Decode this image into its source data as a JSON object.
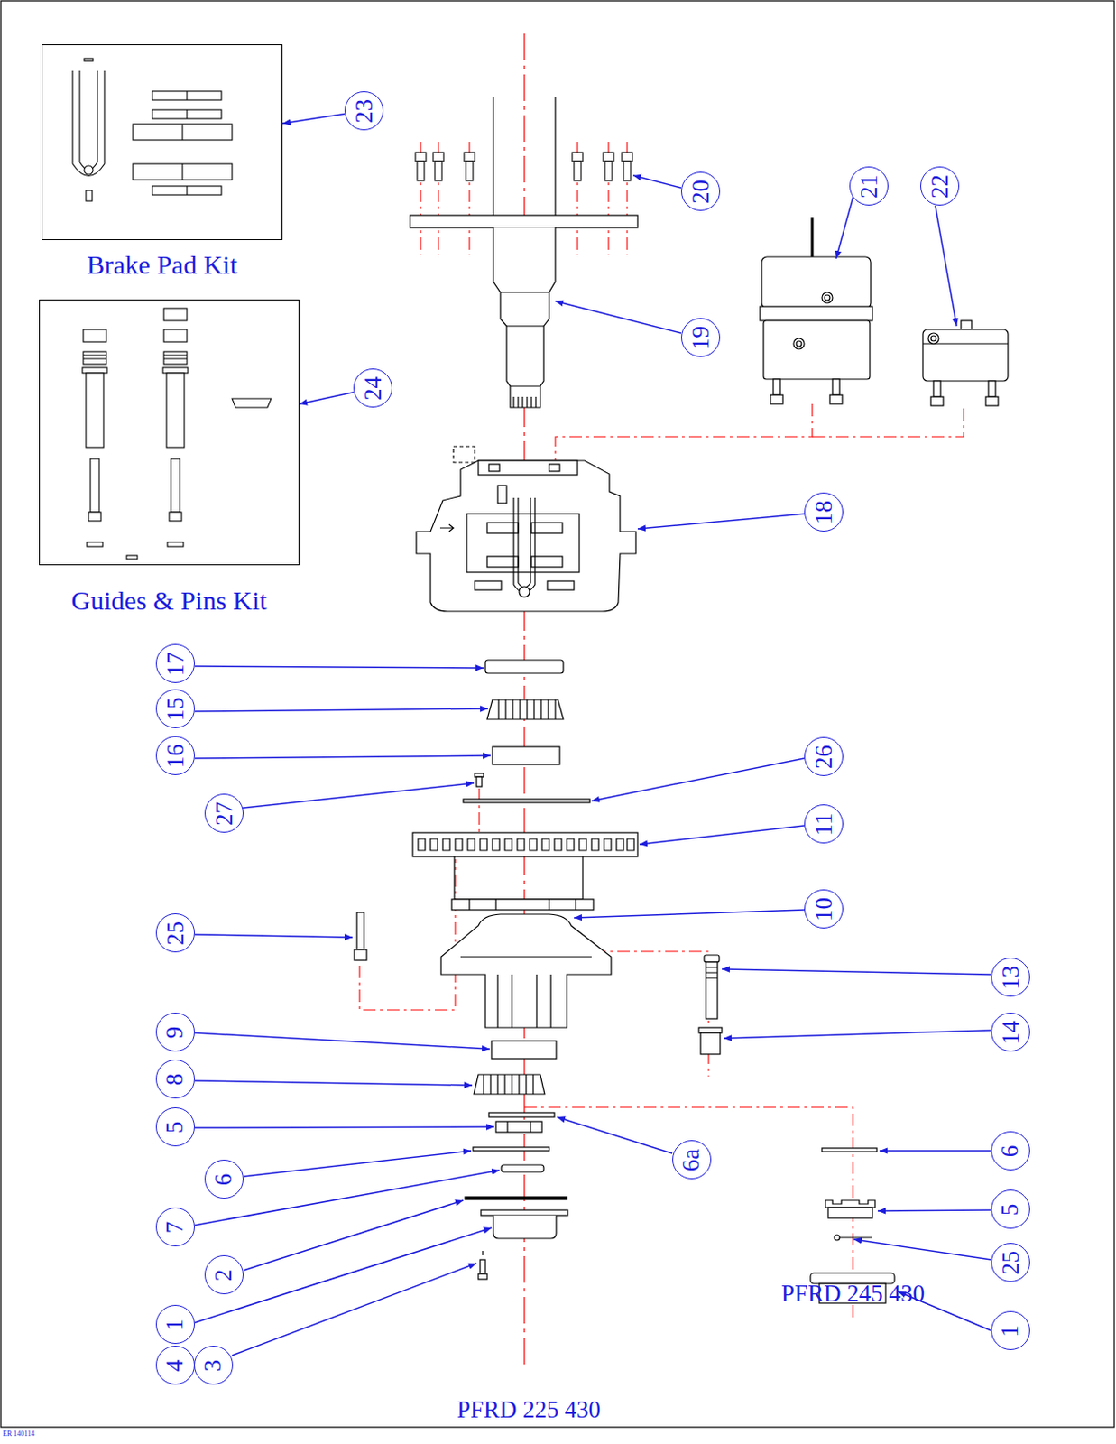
{
  "diagram": {
    "nodes": [
      {
        "text": [
          "Brake Pad Kit"
        ]
      },
      {
        "text": [
          "23"
        ]
      },
      {
        "text": [
          "20"
        ]
      },
      {
        "text": [
          "21"
        ]
      },
      {
        "text": [
          "22"
        ]
      },
      {
        "text": [
          "19"
        ]
      },
      {
        "text": [
          "Guides & Pins Kit"
        ]
      },
      {
        "text": [
          "24"
        ]
      },
      {
        "text": [
          "18"
        ]
      },
      {
        "text": [
          "17"
        ]
      },
      {
        "text": [
          "15"
        ]
      },
      {
        "text": [
          "16"
        ]
      },
      {
        "text": [
          "27"
        ]
      },
      {
        "text": [
          "26"
        ]
      },
      {
        "text": [
          "11"
        ]
      },
      {
        "text": [
          "25"
        ]
      },
      {
        "text": [
          "10"
        ]
      },
      {
        "text": [
          "13"
        ]
      },
      {
        "text": [
          "9"
        ]
      },
      {
        "text": [
          "8"
        ]
      },
      {
        "text": [
          "14"
        ]
      },
      {
        "text": [
          "5"
        ]
      },
      {
        "text": [
          "6a"
        ]
      },
      {
        "text": [
          "6"
        ]
      },
      {
        "text": [
          "6"
        ]
      },
      {
        "text": [
          "5"
        ]
      },
      {
        "text": [
          "7"
        ]
      },
      {
        "text": [
          "2"
        ]
      },
      {
        "text": [
          "25"
        ]
      },
      {
        "text": [
          "1"
        ]
      },
      {
        "text": [
          "1"
        ]
      },
      {
        "text": [
          "4"
        ]
      },
      {
        "text": [
          "3"
        ]
      }
    ],
    "edges": [
      {
        "from": 1,
        "to": 0,
        "arrow": "to"
      },
      {
        "from": 7,
        "to": 6,
        "arrow": "to"
      }
    ],
    "labels": [
      "PFRD 225 430",
      "PFRD 245 430",
      "ER 140114"
    ]
  }
}
